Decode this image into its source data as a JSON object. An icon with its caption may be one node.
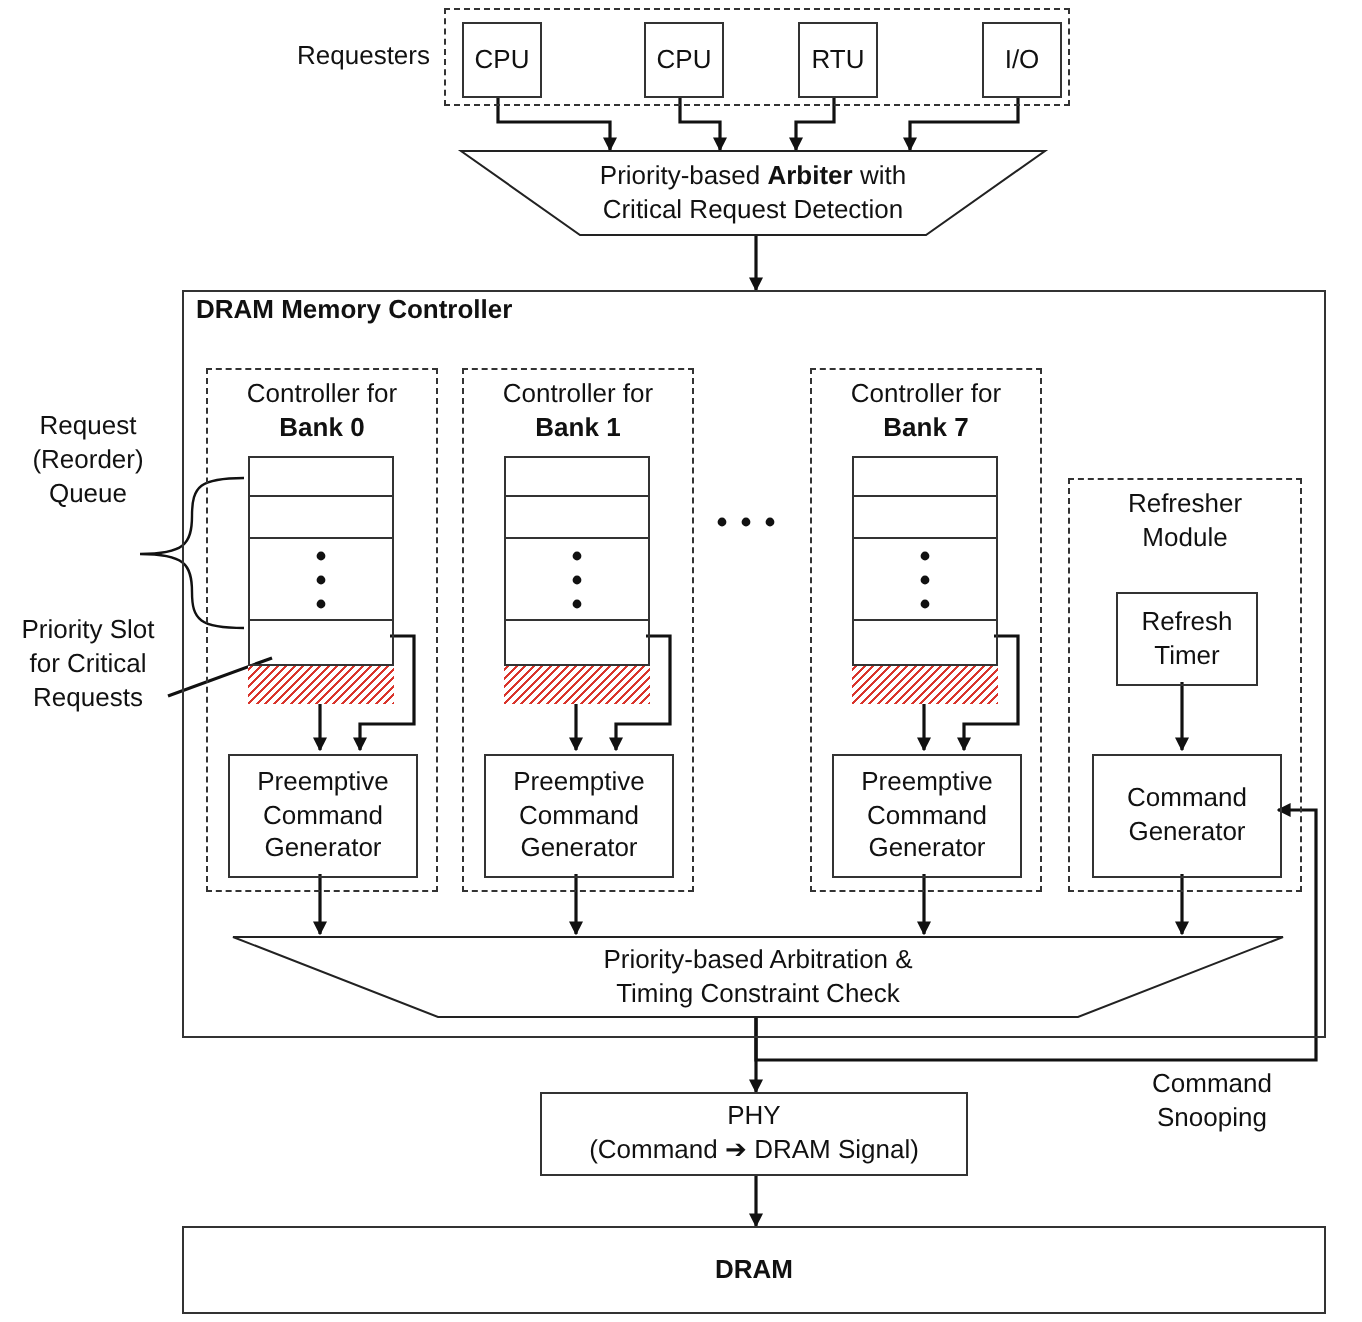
{
  "diagram": {
    "nodes": [
      {
        "text": [
          "Requesters"
        ]
      },
      {
        "text": [
          "CPU"
        ],
        "in": 0
      },
      {
        "text": [
          "CPU"
        ],
        "in": 0
      },
      {
        "text": [
          "RTU"
        ],
        "in": 0
      },
      {
        "text": [
          "I/O"
        ],
        "in": 0
      },
      {
        "text": [
          "Priority-based **Arbiter** with Critical Request Detection"
        ]
      },
      {
        "text": [
          "DRAM Memory Controller"
        ]
      },
      {
        "text": [
          "Controller for **Bank 0**"
        ],
        "in": 6
      },
      {
        "text": [],
        "shape": "box",
        "in": 7
      },
      {
        "text": [],
        "shape": "bar",
        "in": 8
      },
      {
        "text": [
          "Preemptive Command Generator"
        ],
        "in": 7
      },
      {
        "text": [
          "Controller for **Bank 1**"
        ],
        "in": 6
      },
      {
        "text": [],
        "shape": "box",
        "in": 11
      },
      {
        "text": [],
        "shape": "bar",
        "in": 12
      },
      {
        "text": [
          "Preemptive Command Generator"
        ],
        "in": 11
      },
      {
        "text": [
          "Controller for **Bank 7**"
        ],
        "in": 6
      },
      {
        "text": [],
        "shape": "box",
        "in": 15
      },
      {
        "text": [],
        "shape": "bar",
        "in": 16
      },
      {
        "text": [
          "Preemptive Command Generator"
        ],
        "in": 15
      },
      {
        "text": [
          "Refresher Module"
        ],
        "in": 6
      },
      {
        "text": [
          "Refresh Timer"
        ],
        "in": 19
      },
      {
        "text": [
          "Command Generator"
        ],
        "in": 19
      },
      {
        "text": [
          "Priority-based Arbitration & Timing Constraint Check"
        ],
        "in": 6
      },
      {
        "text": [
          "PHY",
          "(Command ➔ DRAM Signal)"
        ]
      },
      {
        "text": [
          "DRAM"
        ]
      },
      {
        "text": [
          "Priority Slot for Critical Requests"
        ]
      }
    ],
    "edges": [
      {
        "from": 1,
        "to": 5,
        "arrow": "to"
      },
      {
        "from": 2,
        "to": 5,
        "arrow": "to"
      },
      {
        "from": 3,
        "to": 5,
        "arrow": "to"
      },
      {
        "from": 4,
        "to": 5,
        "arrow": "to"
      },
      {
        "from": 5,
        "to": 6,
        "arrow": "to"
      },
      {
        "from": 9,
        "to": 10,
        "arrow": "to"
      },
      {
        "from": 8,
        "to": 10,
        "arrow": "to"
      },
      {
        "from": 13,
        "to": 14,
        "arrow": "to"
      },
      {
        "from": 12,
        "to": 14,
        "arrow": "to"
      },
      {
        "from": 17,
        "to": 18,
        "arrow": "to"
      },
      {
        "from": 16,
        "to": 18,
        "arrow": "to"
      },
      {
        "from": 20,
        "to": 21,
        "arrow": "to"
      },
      {
        "from": 10,
        "to": 22,
        "arrow": "to"
      },
      {
        "from": 14,
        "to": 22,
        "arrow": "to"
      },
      {
        "from": 18,
        "to": 22,
        "arrow": "to"
      },
      {
        "from": 21,
        "to": 22,
        "arrow": "to"
      },
      {
        "from": 22,
        "to": 23,
        "arrow": "to"
      },
      {
        "from": 22,
        "to": 21,
        "arrow": "to",
        "label": "Command Snooping"
      },
      {
        "from": 23,
        "to": 24,
        "arrow": "to"
      },
      {
        "from": 25,
        "to": 9,
        "arrow": "none"
      }
    ],
    "labels": [
      "Request (Reorder) Queue"
    ]
  }
}
